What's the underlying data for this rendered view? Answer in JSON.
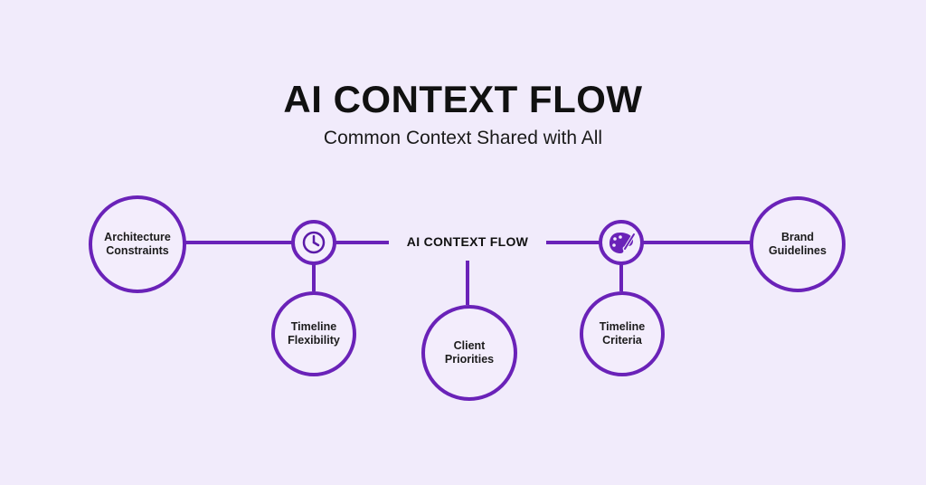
{
  "header": {
    "title": "AI CONTEXT FLOW",
    "subtitle": "Common Context Shared with All"
  },
  "hub": {
    "label": "AI CONTEXT FLOW"
  },
  "nodes": {
    "architecture": {
      "line1": "Architecture",
      "line2": "Constraints"
    },
    "timeline_flex": {
      "line1": "Timeline",
      "line2": "Flexibility"
    },
    "client": {
      "line1": "Client",
      "line2": "Priorities"
    },
    "timeline_criteria": {
      "line1": "Timeline",
      "line2": "Criteria"
    },
    "brand": {
      "line1": "Brand",
      "line2": "Guidelines"
    }
  },
  "icons": {
    "left_connector": "clock-icon",
    "right_connector": "palette-icon"
  },
  "colors": {
    "background": "#f1ebfb",
    "accent": "#6a22b8",
    "text": "#111111"
  }
}
